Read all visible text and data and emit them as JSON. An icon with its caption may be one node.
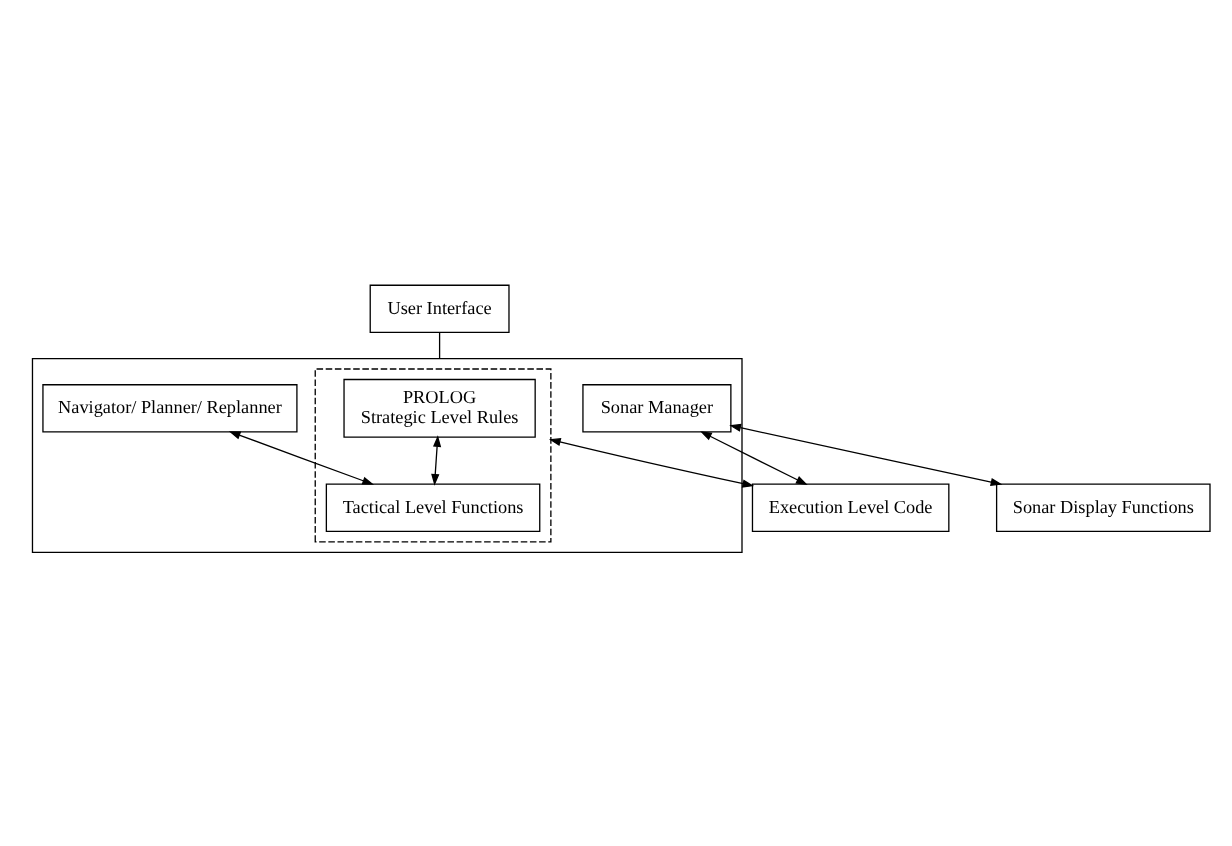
{
  "diagram": {
    "nodes": [
      {
        "text": [
          "User Interface"
        ]
      },
      {
        "text": [],
        "shape": "box"
      },
      {
        "text": [],
        "shape": "box",
        "in": 1
      },
      {
        "text": [
          "Navigator/ Planner/ Replanner"
        ],
        "in": 1
      },
      {
        "text": [
          "PROLOG",
          "Strategic Level Rules"
        ],
        "in": 2
      },
      {
        "text": [
          "Tactical Level Functions"
        ],
        "in": 2
      },
      {
        "text": [
          "Sonar Manager"
        ],
        "in": 1
      },
      {
        "text": [
          "Sonar Display Functions"
        ]
      },
      {
        "text": [
          "Execution Level Code"
        ]
      }
    ],
    "edges": [
      {
        "from": 0,
        "to": 1,
        "arrow": "none"
      },
      {
        "from": 3,
        "to": 5,
        "arrow": "both"
      },
      {
        "from": 4,
        "to": 5,
        "arrow": "both"
      },
      {
        "from": 6,
        "to": 7,
        "arrow": "both"
      },
      {
        "from": 2,
        "to": 8,
        "arrow": "both"
      },
      {
        "from": 8,
        "to": 6,
        "arrow": "both"
      }
    ]
  }
}
